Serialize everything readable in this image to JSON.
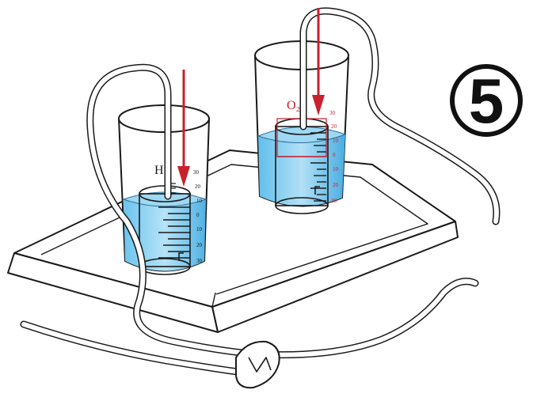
{
  "step_number": "5",
  "gas_labels": {
    "left": "H₂",
    "right": "O₂"
  },
  "scale_marks": {
    "left": [
      "30",
      "20",
      "10",
      "0",
      "10",
      "20",
      "30"
    ],
    "right": [
      "30",
      "20",
      "10",
      "0",
      "10",
      "20",
      "30"
    ]
  },
  "colors": {
    "water": "#58b9e8",
    "water_light": "#a8dcf3",
    "arrow": "#c8202c",
    "label_red": "#c8202c",
    "outline": "#1a1a1a"
  }
}
